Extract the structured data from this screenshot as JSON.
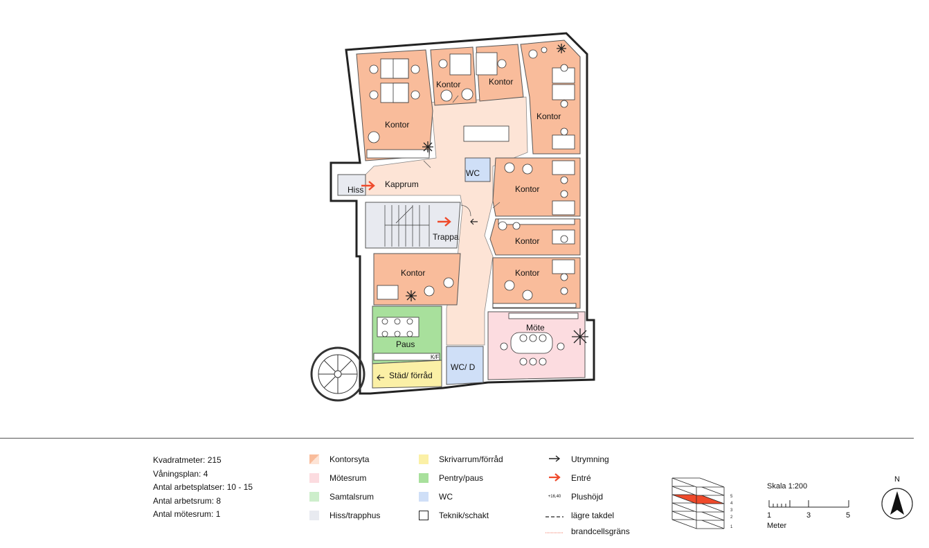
{
  "floorplan": {
    "rooms": {
      "kontor_nw": "Kontor",
      "kontor_n1": "Kontor",
      "kontor_n2": "Kontor",
      "kontor_ne": "Kontor",
      "kontor_e1": "Kontor",
      "kontor_e2": "Kontor",
      "kontor_e3": "Kontor",
      "kontor_w": "Kontor",
      "kapprum": "Kapprum",
      "hiss": "Hiss",
      "wc_upper": "WC",
      "trappa": "Trappa",
      "paus": "Paus",
      "mote": "Möte",
      "wc_d": "WC/ D",
      "stad": "Städ/ förråd",
      "kf": "K/F"
    },
    "colors": {
      "kontor": "#f9bc9b",
      "corridor": "#fde4d6",
      "mote": "#fcdce0",
      "samtal": "#cdeecb",
      "hiss": "#e8eaf0",
      "skrivar": "#fbf0a6",
      "pentry": "#a8e09c",
      "wc": "#cfdff7",
      "arrow_red": "#ef4a2b"
    }
  },
  "stats": {
    "area": "Kvadratmeter: 215",
    "floor": "Våningsplan: 4",
    "workplaces": "Antal arbetsplatser: 10 - 15",
    "workrooms": "Antal arbetsrum: 8",
    "meetingrooms": "Antal mötesrum: 1"
  },
  "legend": {
    "col1": [
      "Kontorsyta",
      "Mötesrum",
      "Samtalsrum",
      "Hiss/trapphus"
    ],
    "col2": [
      "Skrivarrum/förråd",
      "Pentry/paus",
      "WC",
      "Teknik/schakt"
    ],
    "col3": [
      "Utrymning",
      "Entré",
      "Plushöjd",
      "lägre takdel",
      "brandcellsgräns"
    ],
    "plushojd_value": "+16,40"
  },
  "stack": {
    "floors": [
      "5",
      "4",
      "3",
      "2",
      "1"
    ],
    "highlighted": "4"
  },
  "scale": {
    "title": "Skala 1:200",
    "ticks": [
      "1",
      "3",
      "5"
    ],
    "unit": "Meter"
  },
  "north": {
    "label": "N"
  }
}
